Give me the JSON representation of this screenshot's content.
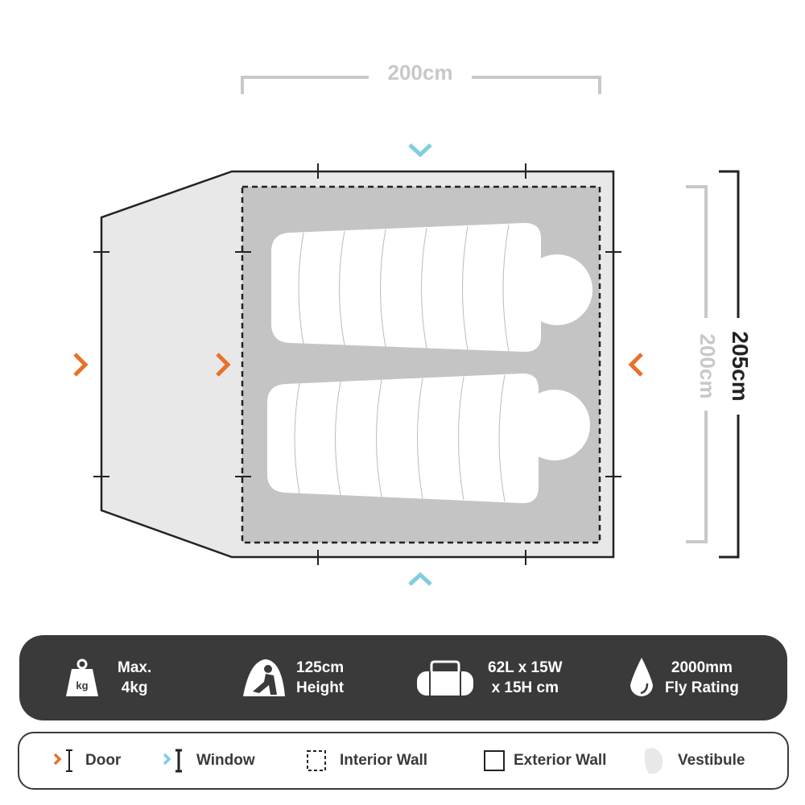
{
  "dimensions": {
    "top_width": "200cm",
    "inner_length": "200cm",
    "outer_length": "205cm"
  },
  "colors": {
    "door": "#e8712a",
    "window": "#7fcde0",
    "vestibule": "#e8e8e8",
    "interior": "#c4c4c4",
    "dark": "#3a3a3a"
  },
  "specs": [
    {
      "icon": "weight-kg-icon",
      "icon_text": "kg",
      "line1": "Max.",
      "line2": "4kg"
    },
    {
      "icon": "tent-person-icon",
      "line1": "125cm",
      "line2": "Height"
    },
    {
      "icon": "duffel-bag-icon",
      "line1": "62L x 15W",
      "line2": "x 15H cm"
    },
    {
      "icon": "water-drop-icon",
      "line1": "2000mm",
      "line2": "Fly Rating"
    }
  ],
  "legend": [
    {
      "icon": "door-icon",
      "label": "Door"
    },
    {
      "icon": "window-icon",
      "label": "Window"
    },
    {
      "icon": "interior-wall-icon",
      "label": "Interior Wall"
    },
    {
      "icon": "exterior-wall-icon",
      "label": "Exterior Wall"
    },
    {
      "icon": "vestibule-icon",
      "label": "Vestibule"
    }
  ]
}
